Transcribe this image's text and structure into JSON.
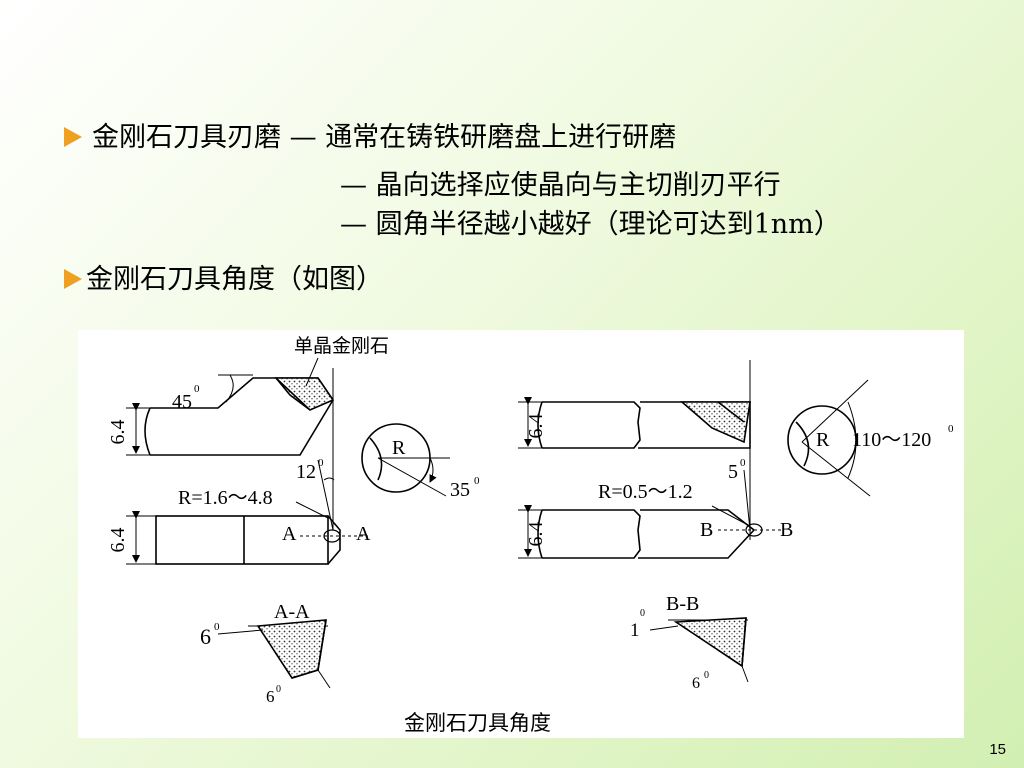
{
  "bullets": {
    "b1_label": "金刚石刀具刃磨",
    "b1_dash": "—",
    "b1_line1": "通常在铸铁研磨盘上进行研磨",
    "b1_line2": "晶向选择应使晶向与主切削刃平行",
    "b1_line3_text": "圆角半径越小越好（理论可达到",
    "b1_line3_num": "1nm",
    "b1_line3_end": "）",
    "b2_label": "金刚石刀具角度（如图）"
  },
  "figure": {
    "label_diamond": "单晶金刚石",
    "angle_45": "45",
    "deg": "0",
    "dim_64": "6.4",
    "label_R": "R",
    "angle_12": "12",
    "angle_35": "35",
    "radius_left": "R=1.6～4.8",
    "section_A": "A",
    "title_AA": "A-A",
    "angle_6": "6",
    "angle_5": "5",
    "radius_right": "R=0.5～1.2",
    "angle_110": "110～120",
    "section_B": "B",
    "title_BB": "B-B",
    "angle_1": "1",
    "caption": "金刚石刀具角度"
  },
  "page_number": "15",
  "colors": {
    "bullet_arrow": "#f0a020"
  }
}
